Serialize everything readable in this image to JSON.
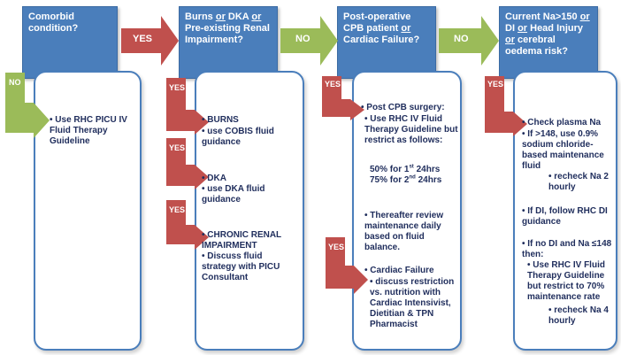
{
  "columns": [
    {
      "header": "Comorbid condition?",
      "items": [
        {
          "id": "c1_main",
          "text": "• Use RHC PICU IV Fluid Therapy Guideline"
        }
      ]
    },
    {
      "header_parts": [
        "Burns ",
        "or",
        " DKA ",
        "or",
        " Pre-existing Renal Impairment?"
      ],
      "items": [
        {
          "id": "c2_burns",
          "text": "• BURNS"
        },
        {
          "id": "c2_burns_sub",
          "text": "• use COBIS fluid guidance"
        },
        {
          "id": "c2_dka",
          "text": "• DKA"
        },
        {
          "id": "c2_dka_sub",
          "text": "• use DKA fluid guidance"
        },
        {
          "id": "c2_renal",
          "text": "• CHRONIC RENAL IMPAIRMENT"
        },
        {
          "id": "c2_renal_sub",
          "text": "• Discuss fluid strategy with PICU Consultant"
        }
      ]
    },
    {
      "header_parts": [
        "Post-operative CPB patient ",
        "or",
        " Cardiac Failure?"
      ],
      "items": [
        {
          "id": "c3_postcpb",
          "text": "• Post CPB surgery:"
        },
        {
          "id": "c3_use",
          "text": "• Use RHC IV Fluid Therapy Guideline but restrict as follows:"
        },
        {
          "id": "c3_50",
          "text": "50%  for 1st 24hrs"
        },
        {
          "id": "c3_75",
          "text": "75%  for 2nd 24hrs"
        },
        {
          "id": "c3_review",
          "text": "• Thereafter review maintenance daily based on fluid balance."
        },
        {
          "id": "c3_cardiac",
          "text": "• Cardiac Failure"
        },
        {
          "id": "c3_cardiac_sub",
          "text": "• discuss restriction vs. nutrition with Cardiac Intensivist, Dietitian & TPN Pharmacist"
        }
      ]
    },
    {
      "header_parts": [
        "Current Na>150 ",
        "or",
        " DI ",
        "or",
        " Head Injury ",
        "or",
        " cerebral oedema risk?"
      ],
      "items": [
        {
          "id": "c4_check",
          "text": "• Check plasma Na"
        },
        {
          "id": "c4_if148",
          "text": "• If >148, use 0.9% sodium chloride-based maintenance fluid"
        },
        {
          "id": "c4_recheck2",
          "text": "• recheck Na 2 hourly"
        },
        {
          "id": "c4_di",
          "text": "• If DI, follow RHC DI guidance"
        },
        {
          "id": "c4_nodi",
          "text": "• If no DI and Na ≤148 then:"
        },
        {
          "id": "c4_use",
          "text": "• Use RHC IV Fluid Therapy Guideline but restrict to 70% maintenance rate"
        },
        {
          "id": "c4_recheck4",
          "text": "• recheck Na 4 hourly"
        }
      ]
    }
  ],
  "arrows": {
    "yes": "YES",
    "no": "NO"
  },
  "colors": {
    "header_blue": "#4a7ebb",
    "yes_red": "#c0504d",
    "no_green": "#9bbb59",
    "text_navy": "#1f2d5c"
  }
}
